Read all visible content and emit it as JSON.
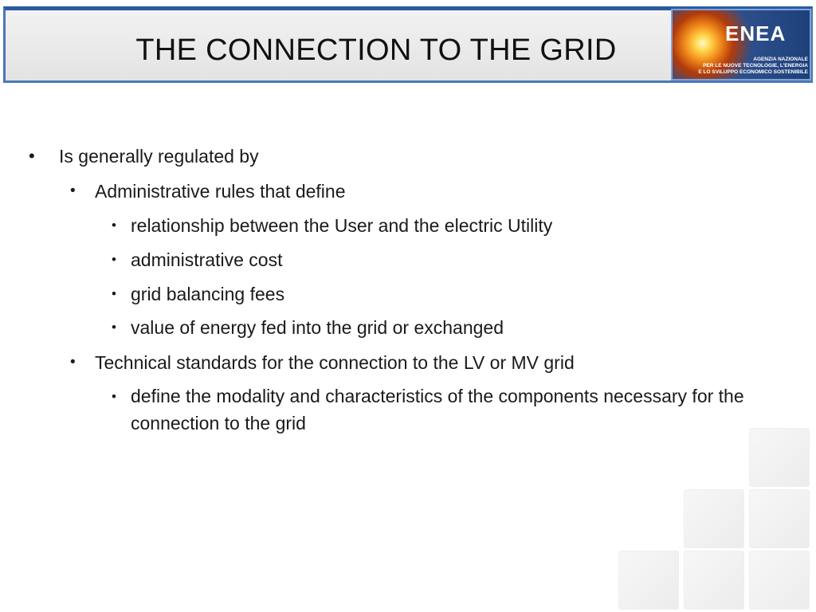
{
  "slide": {
    "title": "THE CONNECTION TO THE GRID",
    "logo": {
      "name": "ENEA",
      "subtitle_lines": [
        "AGENZIA NAZIONALE",
        "PER LE NUOVE TECNOLOGIE, L'ENERGIA",
        "E LO SVILUPPO ECONOMICO SOSTENIBILE"
      ]
    },
    "bullets": {
      "l1": "Is generally regulated by",
      "l2a": "Administrative rules that define",
      "l3a": "relationship between the User and the electric Utility",
      "l3b": "administrative cost",
      "l3c": "grid balancing fees",
      "l3d": "value of energy fed into the grid or exchanged",
      "l2b": "Technical standards for the connection to the LV or MV grid",
      "l3e": "define the modality and characteristics of the components necessary for the connection to the grid"
    },
    "bullet_glyph": "•"
  }
}
